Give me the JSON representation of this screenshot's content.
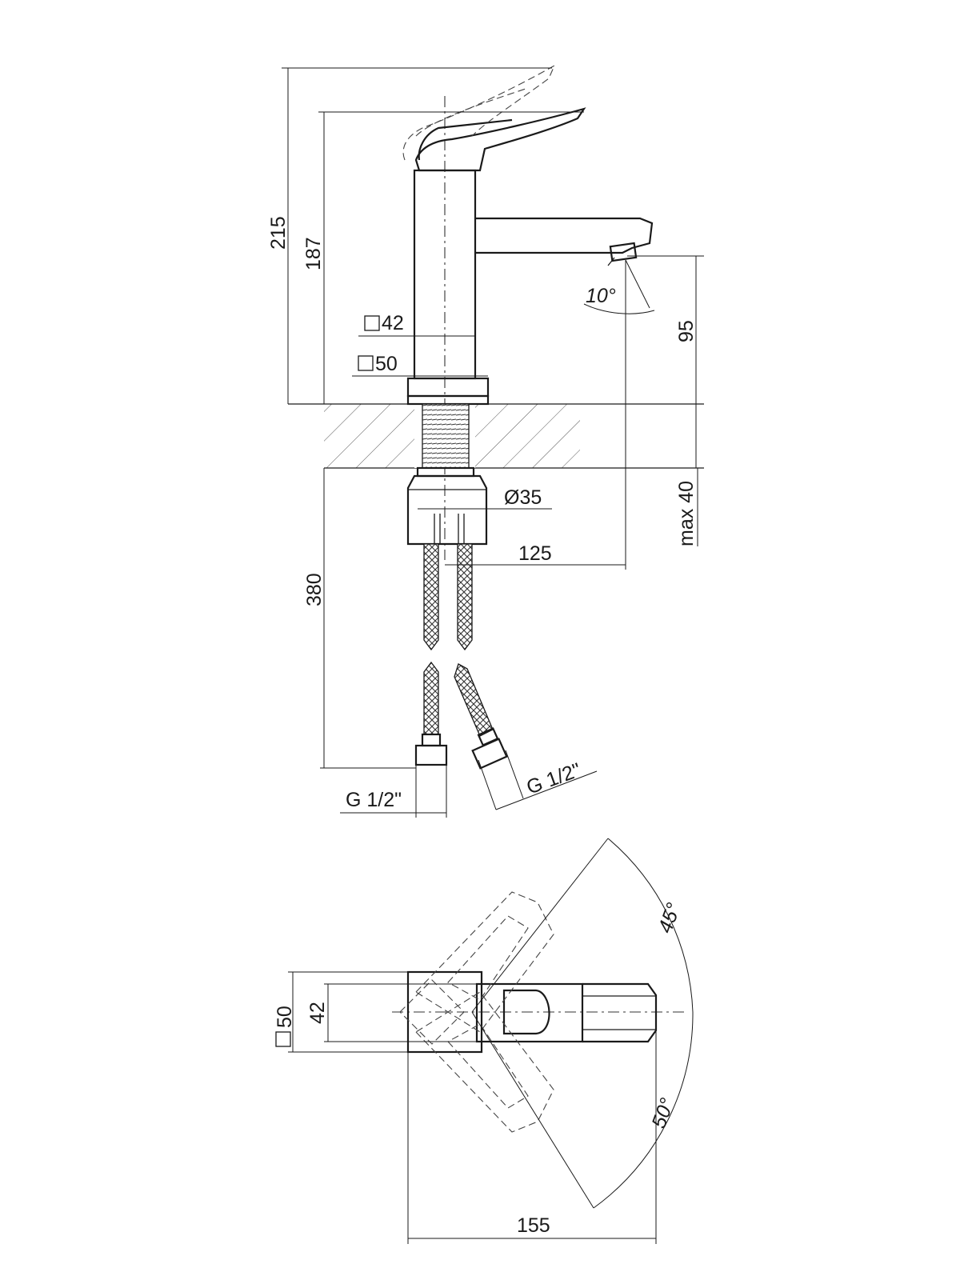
{
  "side_view": {
    "height_total": "215",
    "height_spout": "187",
    "body_square": "42",
    "base_square": "50",
    "spout_angle": "10°",
    "spout_clearance": "95",
    "max_deck": "max 40",
    "shank_diameter": "Ø35",
    "spout_reach": "125",
    "hose_length": "380",
    "thread_left": "G 1/2\"",
    "thread_right": "G 1/2\""
  },
  "top_view": {
    "base_square": "50",
    "body_width": "42",
    "angle_top": "45°",
    "angle_bottom": "50°",
    "total_length": "155"
  },
  "colors": {
    "line": "#1a1a1a",
    "background": "#ffffff"
  }
}
